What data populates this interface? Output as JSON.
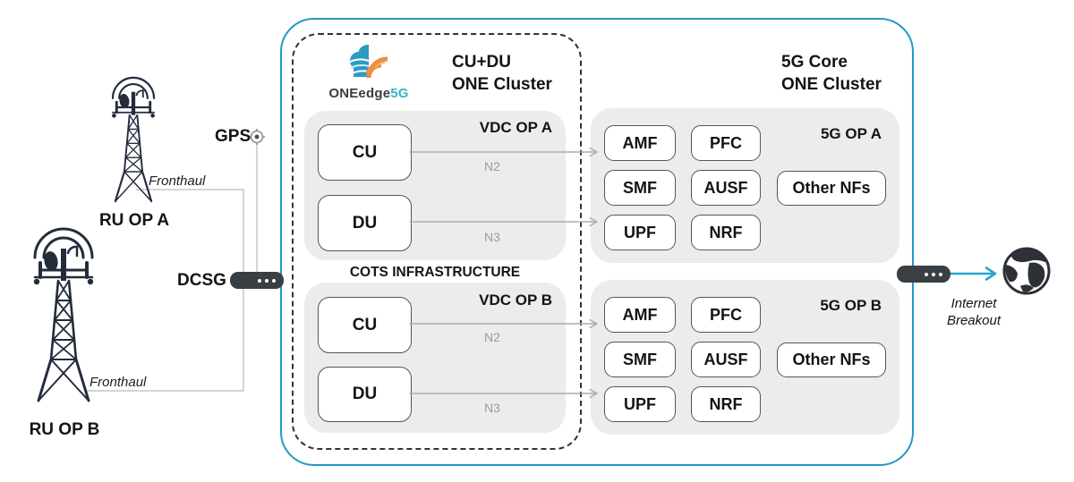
{
  "colors": {
    "accent_blue": "#2498c5",
    "internet_arrow_teal": "#29a6d0",
    "panel_gray": "#ececec",
    "device_dark": "#3a3f44",
    "tower_navy": "#232c3d",
    "connector_gray": "#ababab",
    "fronthaul_line_gray": "#c6c6c6",
    "link_label_gray": "#9b9b9b",
    "logo_orange": "#ef8f3c",
    "logo_teal": "#2b9cc4",
    "logo_5g_teal": "#35b3c9"
  },
  "icons": {
    "tower": "radio-tower-icon",
    "gps": "gps-target-icon",
    "dcsg_device": "network-switch-icon",
    "edge_router": "network-switch-icon",
    "globe": "globe-icon",
    "logo": "oneedge5g-logo-icon"
  },
  "left": {
    "ru_a_label": "RU OP A",
    "ru_b_label": "RU OP B",
    "fronthaul_a_label": "Fronthaul",
    "fronthaul_b_label": "Fronthaul",
    "gps_label": "GPS",
    "dcsg_label": "DCSG"
  },
  "edge_cluster": {
    "logo": {
      "brand": "ONEedge",
      "brand_suffix": "5G"
    },
    "title_line1": "CU+DU",
    "title_line2": "ONE Cluster",
    "cots_label": "COTS INFRASTRUCTURE",
    "vdcs": [
      {
        "label": "VDC OP A",
        "nodes": [
          "CU",
          "DU"
        ],
        "links": [
          "N2",
          "N3"
        ]
      },
      {
        "label": "VDC OP B",
        "nodes": [
          "CU",
          "DU"
        ],
        "links": [
          "N2",
          "N3"
        ]
      }
    ]
  },
  "core_cluster": {
    "title_line1": "5G Core",
    "title_line2": "ONE Cluster",
    "panels": [
      {
        "label": "5G OP A",
        "nfs": [
          "AMF",
          "PFC",
          "SMF",
          "AUSF",
          "Other NFs",
          "UPF",
          "NRF"
        ]
      },
      {
        "label": "5G OP B",
        "nfs": [
          "AMF",
          "PFC",
          "SMF",
          "AUSF",
          "Other NFs",
          "UPF",
          "NRF"
        ]
      }
    ]
  },
  "internet": {
    "label": "Internet Breakout"
  }
}
